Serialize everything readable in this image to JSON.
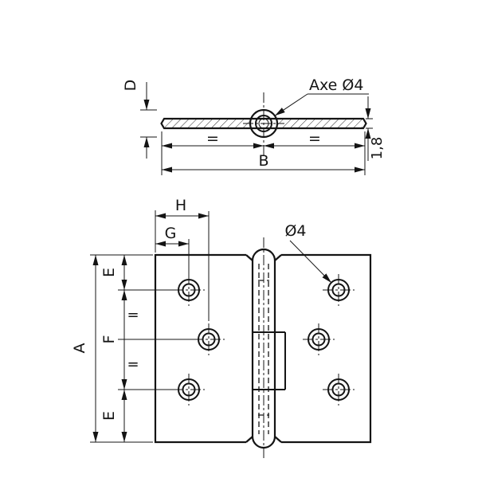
{
  "drawing": {
    "colors": {
      "line": "#141414",
      "background": "#ffffff"
    },
    "top_view": {
      "pin_callout": "Axe Ø4",
      "dim_knuckle_diameter": "D",
      "dim_width": "B",
      "dim_thickness": "1,8",
      "equal_mark": "="
    },
    "front_view": {
      "hole_callout": "Ø4",
      "dim_height": "A",
      "dim_edge": "E",
      "dim_hole_span": "F",
      "dim_hole_offset_near": "G",
      "dim_hole_offset_far": "H",
      "equal_mark": "="
    }
  }
}
